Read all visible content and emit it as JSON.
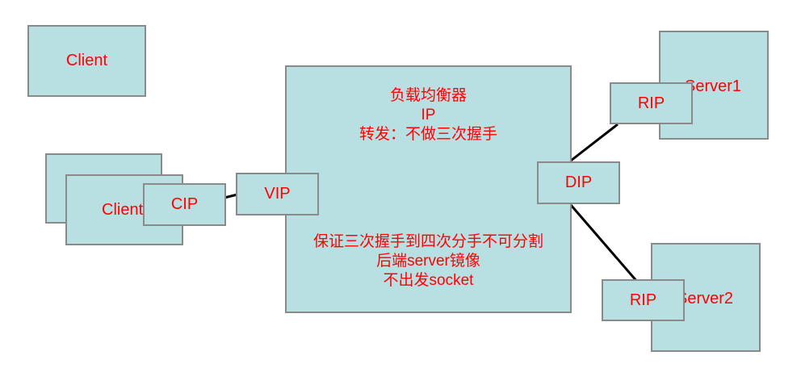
{
  "client_top": {
    "label": "Client"
  },
  "client_stack": {
    "label": "Client"
  },
  "cip": {
    "label": "CIP"
  },
  "vip": {
    "label": "VIP"
  },
  "dip": {
    "label": "DIP"
  },
  "server1": {
    "label": "Server1",
    "rip_label": "RIP"
  },
  "server2": {
    "label": "Server2",
    "rip_label": "RIP"
  },
  "load_balancer": {
    "title": "负载均衡器",
    "ip": "IP",
    "forwarding": "转发：不做三次握手",
    "note1": "保证三次握手到四次分手不可分割",
    "note2": "后端server镜像",
    "note3": "不出发socket"
  },
  "colors": {
    "box_fill": "#b8e0e3",
    "box_border": "#8a8a8a",
    "text": "#ff0000",
    "line": "#000000"
  }
}
